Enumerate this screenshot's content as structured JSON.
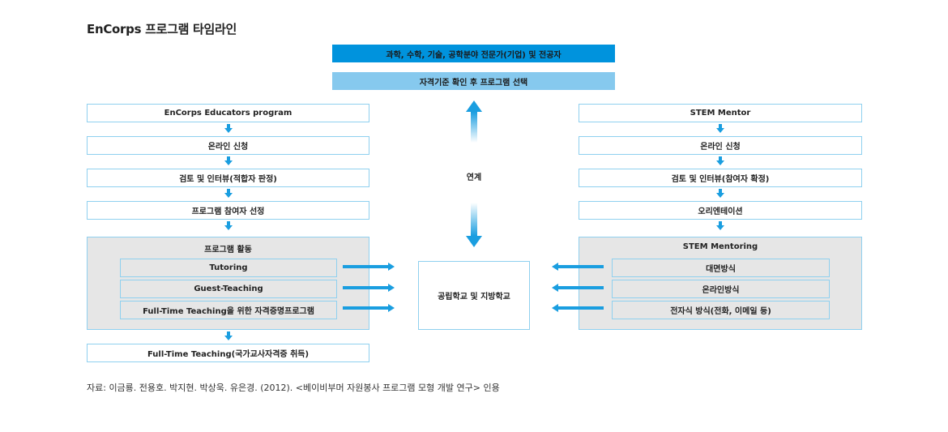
{
  "title": "EnCorps 프로그램 타임라인",
  "top_banners": [
    {
      "label": "과학, 수학, 기술, 공학분야 전문가(기업) 및 전공자",
      "color": "#0093dd"
    },
    {
      "label": "자격기준 확인 후 프로그램 선택",
      "color": "#86c9ee"
    }
  ],
  "left_track": {
    "steps": [
      "EnCorps Educators program",
      "온라인 신청",
      "검토 및 인터뷰(적합자 판정)",
      "프로그램 참여자 선정"
    ],
    "group": {
      "title": "프로그램 활동",
      "items": [
        "Tutoring",
        "Guest-Teaching",
        "Full-Time Teaching을 위한 자격증명프로그램"
      ]
    },
    "final_step": "Full-Time Teaching(국가교사자격증 취득)"
  },
  "right_track": {
    "steps": [
      "STEM Mentor",
      "온라인 신청",
      "검토 및 인터뷰(참여자 확정)",
      "오리엔테이션"
    ],
    "group": {
      "title": "STEM Mentoring",
      "items": [
        "대면방식",
        "온라인방식",
        "전자식 방식(전화, 이메일 등)"
      ]
    }
  },
  "center": {
    "link_label": "연계",
    "school_label": "공립학교 및 지방학교"
  },
  "colors": {
    "arrow": "#1a9ee0",
    "border": "#8fd0ef",
    "group_bg": "#e6e6e6"
  },
  "source": "자료: 이금룡. 전용호. 박지현. 박상욱. 유은경. (2012). <베이비부머 자원봉사 프로그램 모형 개발 연구> 인용"
}
